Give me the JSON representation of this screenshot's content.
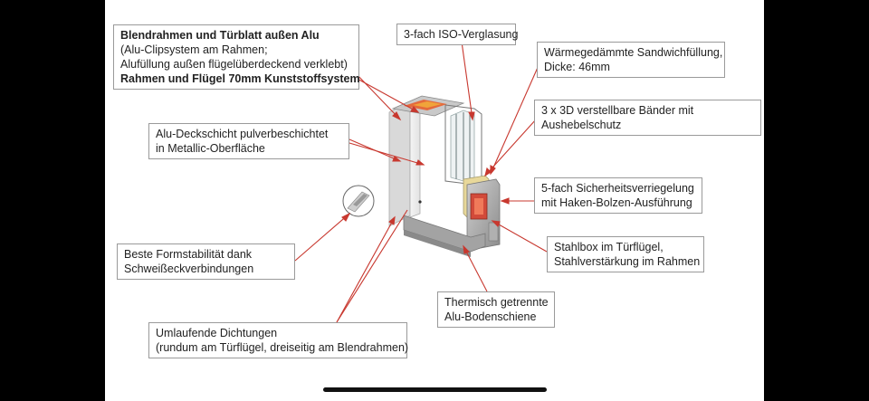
{
  "labels": {
    "blendrahmen": {
      "line1": "Blendrahmen und Türblatt außen Alu",
      "line2": "(Alu-Clipsystem am Rahmen;",
      "line3": "Alufüllung außen flügelüberdeckend verklebt)",
      "line4": "Rahmen und Flügel 70mm Kunststoffsystem"
    },
    "verglasung": {
      "line1": "3-fach ISO-Verglasung"
    },
    "sandwich": {
      "line1": "Wärmegedämmte Sandwichfüllung,",
      "line2": "Dicke: 46mm"
    },
    "baender": {
      "line1": "3 x 3D verstellbare Bänder mit",
      "line2": "Aushebelschutz"
    },
    "deckschicht": {
      "line1": "Alu-Deckschicht pulverbeschichtet",
      "line2": "in Metallic-Oberfläche"
    },
    "verriegelung": {
      "line1": "5-fach Sicherheitsverriegelung",
      "line2": "mit Haken-Bolzen-Ausführung"
    },
    "formstabilitaet": {
      "line1": "Beste Formstabilität dank",
      "line2": "Schweißeckverbindungen"
    },
    "stahlbox": {
      "line1": "Stahlbox im Türflügel,",
      "line2": "Stahlverstärkung im Rahmen"
    },
    "bodenschiene": {
      "line1": "Thermisch getrennte",
      "line2": "Alu-Bodenschiene"
    },
    "dichtungen": {
      "line1": "Umlaufende Dichtungen",
      "line2": "(rundum am Türflügel, dreiseitig am Blendrahmen)"
    }
  },
  "colors": {
    "leader_line": "#c8382f",
    "box_border": "#9a9a9a",
    "insulation": "#e8d89a",
    "steel_box": "#d24a3a",
    "frame_gray": "#9e9e9e"
  }
}
